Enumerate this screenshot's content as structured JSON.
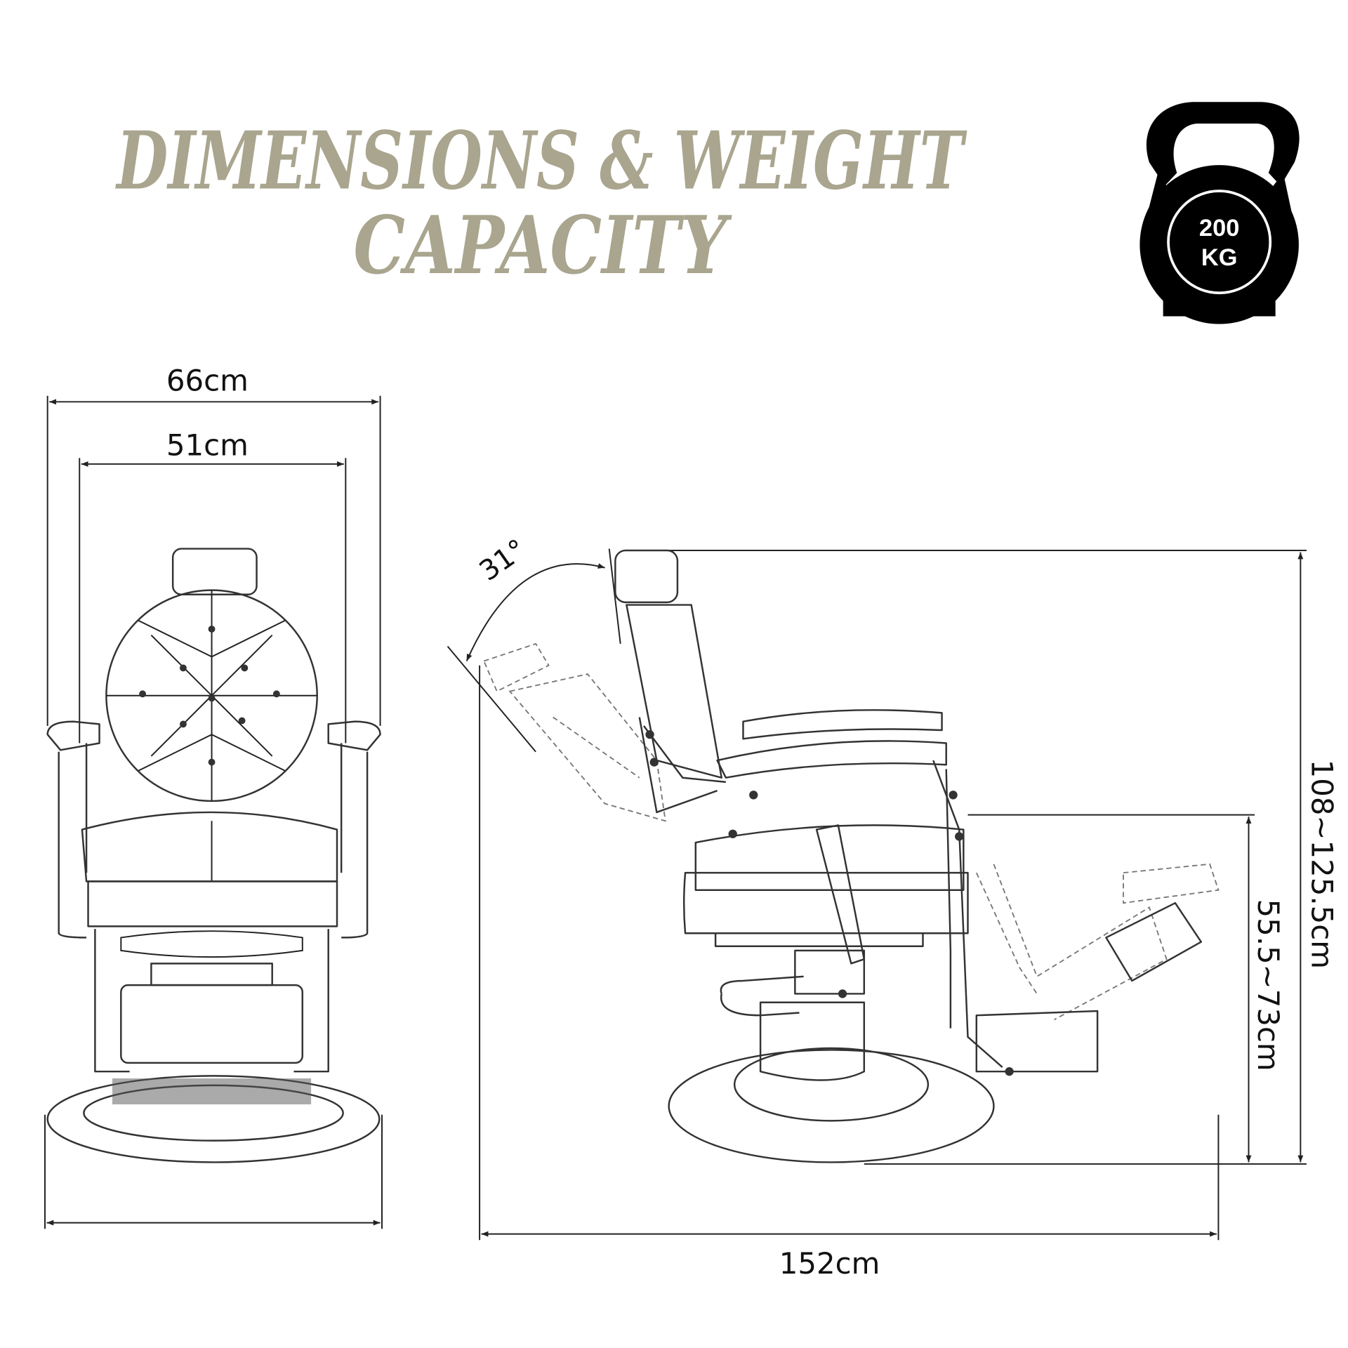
{
  "title": {
    "line1": "DIMENSIONS & WEIGHT",
    "line2": "CAPACITY",
    "color": "#a9a58e"
  },
  "weight_badge": {
    "icon": "kettlebell-icon",
    "value": "200",
    "unit": "KG"
  },
  "dimensions": {
    "overall_width": "66cm",
    "seat_width": "51cm",
    "recline_angle": "31°",
    "overall_length": "152cm",
    "overall_height": "108~125.5cm",
    "seat_height": "55.5~73cm"
  }
}
